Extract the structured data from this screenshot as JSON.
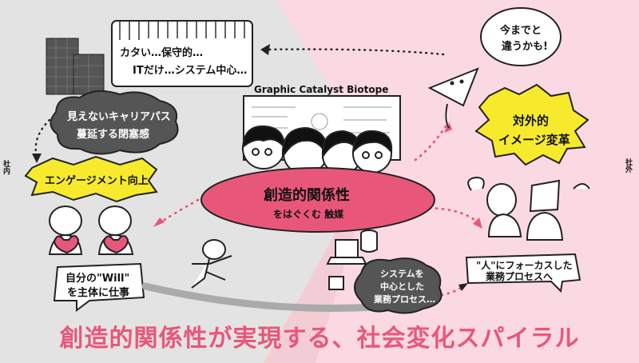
{
  "left_side_label": "社内",
  "right_side_label": "社外",
  "speech_box_top": {
    "line1": "カタい…保守的…",
    "line2": "ITだけ…システム中心…"
  },
  "cloud_left": {
    "line1": "見えないキャリアパス",
    "line2": "蔓延する閉塞感"
  },
  "bubble_right_top": {
    "line1": "今までと",
    "line2": "違うかも!"
  },
  "burst_right": {
    "line1": "対外的",
    "line2": "イメージ変革"
  },
  "burst_left": "エンゲージメント向上",
  "will_box": {
    "line1": "自分の\"Will\"",
    "line2": "を主体に仕事"
  },
  "system_cloud": {
    "line1": "システムを",
    "line2": "中心とした",
    "line3": "業務プロセス…"
  },
  "human_box": {
    "line1": "\"人\"にフォーカスした",
    "line2": "業務プロセスへ"
  },
  "banner_title": "Graphic Catalyst Biotope",
  "center_oval": {
    "line1": "創造的関係性",
    "line2": "をはぐくむ 触媒"
  },
  "caption": "創造的関係性が実現する、社会変化スパイラル",
  "colors": {
    "pink_bg": "#fbd9e2",
    "gray_bg": "#e3e3e3",
    "accent": "#e8577a",
    "burst": "#f7ea2c"
  }
}
